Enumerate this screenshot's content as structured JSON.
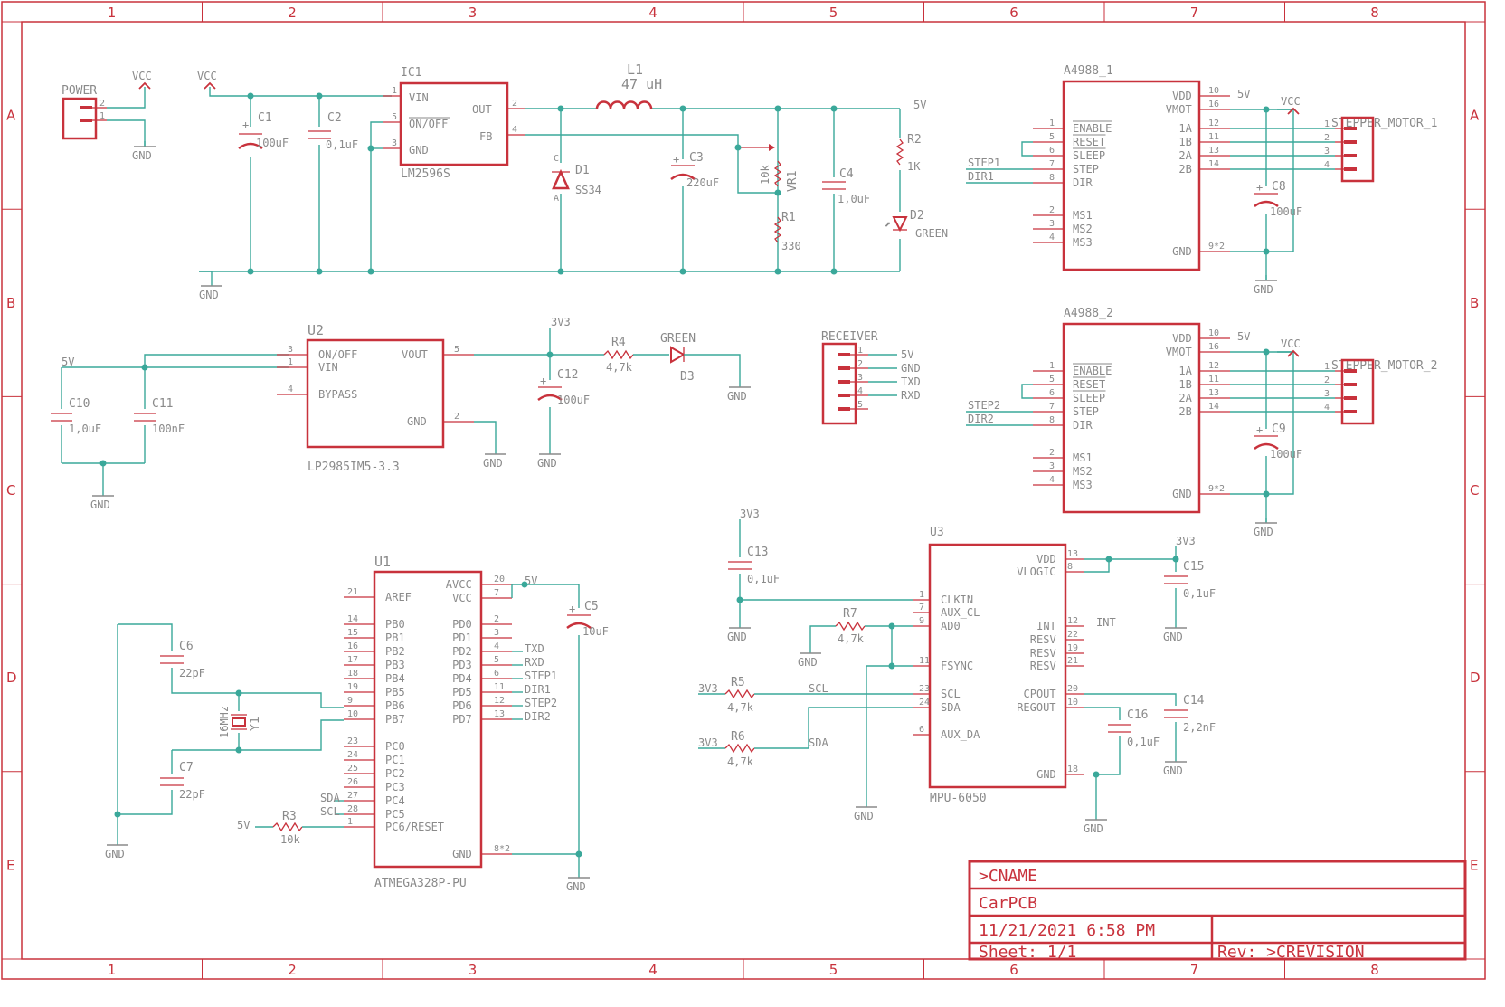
{
  "colors": {
    "frame": "#c8323c",
    "wire": "#3aa89a",
    "label": "#8a8a8a"
  },
  "grid": {
    "cols": [
      "1",
      "2",
      "3",
      "4",
      "5",
      "6",
      "7",
      "8"
    ],
    "rows": [
      "A",
      "B",
      "C",
      "D",
      "E"
    ]
  },
  "title_block": {
    "name": ">CNAME",
    "project": "CarPCB",
    "date": "11/21/2021 6:58 PM",
    "sheet": "Sheet: 1/1",
    "rev": "Rev:  >CREVISION"
  },
  "net": {
    "vcc": "VCC",
    "gnd": "GND",
    "v5": "5V",
    "v33": "3V3"
  },
  "power_conn": {
    "name": "POWER",
    "p2": "2",
    "p1": "1"
  },
  "c1": {
    "ref": "C1",
    "val": "100uF"
  },
  "c2": {
    "ref": "C2",
    "val": "0,1uF"
  },
  "ic1": {
    "ref": "IC1",
    "part": "LM2596S",
    "vin": "VIN",
    "onoff": "ON/OFF",
    "gnd": "GND",
    "out": "OUT",
    "fb": "FB",
    "p1": "1",
    "p5": "5",
    "p3": "3",
    "p2": "2",
    "p4": "4"
  },
  "l1": {
    "ref": "L1",
    "val": "47 uH"
  },
  "d1": {
    "ref": "D1",
    "part": "SS34",
    "c": "C",
    "a": "A"
  },
  "c3": {
    "ref": "C3",
    "val": "220uF"
  },
  "vr1": {
    "ref": "VR1",
    "val": "10k"
  },
  "r1": {
    "ref": "R1",
    "val": "330"
  },
  "c4": {
    "ref": "C4",
    "val": "1,0uF"
  },
  "r2": {
    "ref": "R2",
    "val": "1K"
  },
  "d2": {
    "ref": "D2",
    "val": "GREEN"
  },
  "u2": {
    "ref": "U2",
    "part": "LP2985IM5-3.3",
    "onoff": "ON/OFF",
    "vin": "VIN",
    "bypass": "BYPASS",
    "vout": "VOUT",
    "gnd": "GND",
    "p3": "3",
    "p1": "1",
    "p4": "4",
    "p5": "5",
    "p2": "2"
  },
  "c10": {
    "ref": "C10",
    "val": "1,0uF"
  },
  "c11": {
    "ref": "C11",
    "val": "100nF"
  },
  "c12": {
    "ref": "C12",
    "val": "100uF"
  },
  "r4": {
    "ref": "R4",
    "val": "4,7k"
  },
  "d3": {
    "ref": "D3",
    "val": "GREEN"
  },
  "receiver": {
    "name": "RECEIVER",
    "pins": [
      "1",
      "2",
      "3",
      "4",
      "5"
    ],
    "nets": [
      "5V",
      "GND",
      "TXD",
      "RXD"
    ]
  },
  "a4988_1": {
    "name": "A4988_1",
    "step": "STEP1",
    "dir": "DIR1",
    "motor": "STEPPER_MOTOR_1",
    "cap": "C8",
    "capval": "100uF"
  },
  "a4988_2": {
    "name": "A4988_2",
    "step": "STEP2",
    "dir": "DIR2",
    "motor": "STEPPER_MOTOR_2",
    "cap": "C9",
    "capval": "100uF"
  },
  "a4988_pins": {
    "left": [
      {
        "no": "1",
        "name": "ENABLE"
      },
      {
        "no": "5",
        "name": "RESET"
      },
      {
        "no": "6",
        "name": "SLEEP"
      },
      {
        "no": "7",
        "name": "STEP"
      },
      {
        "no": "8",
        "name": "DIR"
      },
      {
        "no": "2",
        "name": "MS1"
      },
      {
        "no": "3",
        "name": "MS2"
      },
      {
        "no": "4",
        "name": "MS3"
      }
    ],
    "right": [
      {
        "no": "10",
        "name": "VDD"
      },
      {
        "no": "16",
        "name": "VMOT"
      },
      {
        "no": "12",
        "name": "1A"
      },
      {
        "no": "11",
        "name": "1B"
      },
      {
        "no": "13",
        "name": "2A"
      },
      {
        "no": "14",
        "name": "2B"
      },
      {
        "no": "9*2",
        "name": "GND"
      }
    ],
    "motor_pins": [
      "1",
      "2",
      "3",
      "4"
    ]
  },
  "u1": {
    "ref": "U1",
    "part": "ATMEGA328P-PU",
    "left": [
      {
        "no": "21",
        "name": "AREF"
      },
      {
        "no": "14",
        "name": "PB0"
      },
      {
        "no": "15",
        "name": "PB1"
      },
      {
        "no": "16",
        "name": "PB2"
      },
      {
        "no": "17",
        "name": "PB3"
      },
      {
        "no": "18",
        "name": "PB4"
      },
      {
        "no": "19",
        "name": "PB5"
      },
      {
        "no": "9",
        "name": "PB6"
      },
      {
        "no": "10",
        "name": "PB7"
      },
      {
        "no": "23",
        "name": "PC0"
      },
      {
        "no": "24",
        "name": "PC1"
      },
      {
        "no": "25",
        "name": "PC2"
      },
      {
        "no": "26",
        "name": "PC3"
      },
      {
        "no": "27",
        "name": "PC4"
      },
      {
        "no": "28",
        "name": "PC5"
      },
      {
        "no": "1",
        "name": "PC6/RESET"
      }
    ],
    "right": [
      {
        "no": "20",
        "name": "AVCC"
      },
      {
        "no": "7",
        "name": "VCC"
      },
      {
        "no": "2",
        "name": "PD0"
      },
      {
        "no": "3",
        "name": "PD1"
      },
      {
        "no": "4",
        "name": "PD2"
      },
      {
        "no": "5",
        "name": "PD3"
      },
      {
        "no": "6",
        "name": "PD4"
      },
      {
        "no": "11",
        "name": "PD5"
      },
      {
        "no": "12",
        "name": "PD6"
      },
      {
        "no": "13",
        "name": "PD7"
      },
      {
        "no": "8*2",
        "name": "GND"
      }
    ],
    "netlabels": {
      "txd": "TXD",
      "rxd": "RXD",
      "step1": "STEP1",
      "dir1": "DIR1",
      "step2": "STEP2",
      "dir2": "DIR2",
      "sda": "SDA",
      "scl": "SCL"
    }
  },
  "c5": {
    "ref": "C5",
    "val": "10uF"
  },
  "c6": {
    "ref": "C6",
    "val": "22pF"
  },
  "c7": {
    "ref": "C7",
    "val": "22pF"
  },
  "y1": {
    "ref": "Y1",
    "val": "16MHz"
  },
  "r3": {
    "ref": "R3",
    "val": "10k"
  },
  "u3": {
    "ref": "U3",
    "part": "MPU-6050",
    "left": [
      {
        "no": "1",
        "name": "CLKIN"
      },
      {
        "no": "7",
        "name": "AUX_CL"
      },
      {
        "no": "9",
        "name": "AD0"
      },
      {
        "no": "11",
        "name": "FSYNC"
      },
      {
        "no": "23",
        "name": "SCL"
      },
      {
        "no": "24",
        "name": "SDA"
      },
      {
        "no": "6",
        "name": "AUX_DA"
      }
    ],
    "right": [
      {
        "no": "13",
        "name": "VDD"
      },
      {
        "no": "8",
        "name": "VLOGIC"
      },
      {
        "no": "12",
        "name": "INT"
      },
      {
        "no": "22",
        "name": "RESV"
      },
      {
        "no": "19",
        "name": "RESV"
      },
      {
        "no": "21",
        "name": "RESV"
      },
      {
        "no": "20",
        "name": "CPOUT"
      },
      {
        "no": "10",
        "name": "REGOUT"
      },
      {
        "no": "18",
        "name": "GND"
      }
    ],
    "int_label": "INT"
  },
  "c13": {
    "ref": "C13",
    "val": "0,1uF"
  },
  "c15": {
    "ref": "C15",
    "val": "0,1uF"
  },
  "c14": {
    "ref": "C14",
    "val": "2,2nF"
  },
  "c16": {
    "ref": "C16",
    "val": "0,1uF"
  },
  "r7": {
    "ref": "R7",
    "val": "4,7k"
  },
  "r5": {
    "ref": "R5",
    "val": "4,7k"
  },
  "r6": {
    "ref": "R6",
    "val": "4,7k"
  }
}
